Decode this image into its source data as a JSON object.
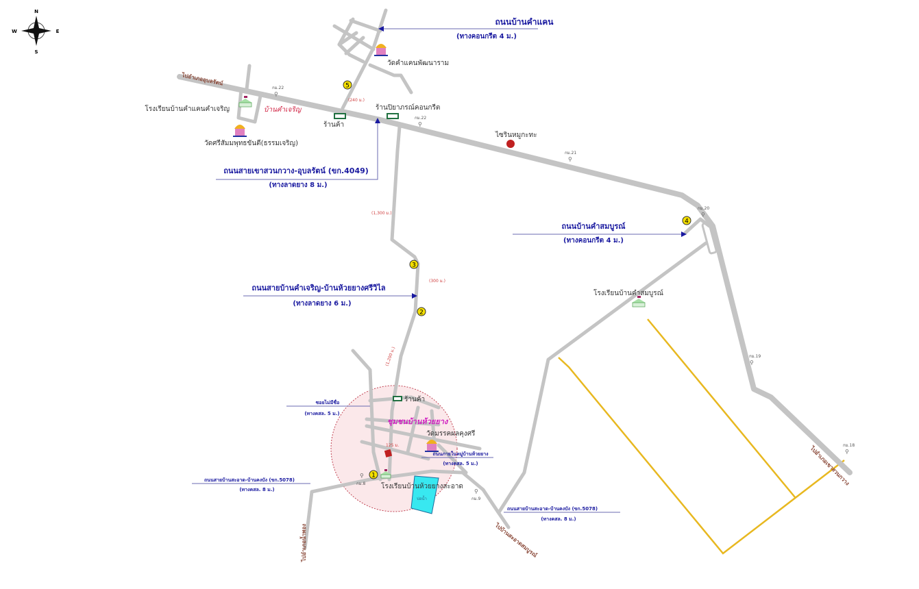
{
  "compass": {
    "n": "N",
    "s": "S",
    "e": "E",
    "w": "W"
  },
  "roads": {
    "khamkhaen": {
      "name": "ถนนบ้านคำแคน",
      "surface": "(ทางคอนกรีต 4 ม.)"
    },
    "khaosuan": {
      "name": "ถนนสายเขาสวนกวาง-อุบลรัตน์ (ขก.4049)",
      "surface": "(ทางลาดยาง 8 ม.)"
    },
    "khamcharoen_huaiyang": {
      "name": "ถนนสายบ้านคำเจริญ-บ้านห้วยยางศรีวิไล",
      "surface": "(ทางลาดยาง 6 ม.)"
    },
    "khamsombun": {
      "name": "ถนนบ้านคำสมบูรณ์",
      "surface": "(ทางคอนกรีต 4 ม.)"
    },
    "unnamed_soi": {
      "name": "ซอยไม่มีชื่อ",
      "surface": "(ทางคสล. 5 ม.)"
    },
    "inner_village": {
      "name": "ถนนภายในหมู่บ้านห้วยยาง",
      "surface": "(ทางคสล. 5 ม.)"
    },
    "sa_at_left": {
      "name": "ถนนสายบ้านสะอาด-บ้านคงบัง (ขก.5078)",
      "surface": "(ทางคสล. 8 ม.)"
    },
    "sa_at_right": {
      "name": "ถนนสายบ้านสะอาด-บ้านคงบัง (ขก.5078)",
      "surface": "(ทางคสล. 8 ม.)"
    }
  },
  "directions": {
    "to_ubolrat": "ไปอำเภออุบลรัตน์",
    "to_khaosuan": "ไปอำเภอเขาสวนกวาง",
    "to_nampong": "ไปอำเภอน้ำพอง",
    "to_sa_at": "ไปบ้านสะอาดสมบูรณ์"
  },
  "places": {
    "wat_khamkhaen": "วัดคำแคนพัฒนาราม",
    "school_khamcharoen": "โรงเรียนบ้านคำแคนคำเจริญ",
    "village_khamcharoen": "บ้านคำเจริญ",
    "wat_sri": "วัดศรีสัมมพุทธขันตี(ธรรมเจริญ)",
    "shop1": "ร้านค้า",
    "concrete_shop": "ร้านปิยาภรณ์คอนกรีต",
    "silo": "ไซรินหมูกะทะ",
    "school_khamsombun": "โรงเรียนบ้านคำสมบูรณ์",
    "community": "ชุมชนบ้านห้วยยาง",
    "shop2": "ร้านค้า",
    "wat_huaiyang": "วัดมรรคผลคุงศรี",
    "school_huaiyang": "โรงเรียนบ้านห้วยยางสะอาด",
    "pond": "บ่อน้ำ"
  },
  "km_markers": [
    "กม.22",
    "กม.22",
    "กม.21",
    "กม.20",
    "กม.19",
    "กม.18",
    "กม.8",
    "กม.9"
  ],
  "distances": [
    "(240 ม.)",
    "(1,300 ม.)",
    "(300 ม.)",
    "(1,200 ม.)",
    "125 ม."
  ],
  "waypoints": [
    "1",
    "2",
    "3",
    "4",
    "5"
  ],
  "colors": {
    "road": "#c4c4c4",
    "label": "#1a1aa0",
    "waypoint": "#f5e000",
    "circle": "#fbe8ea",
    "field": "#e8b820",
    "pond": "#38e8f0"
  }
}
